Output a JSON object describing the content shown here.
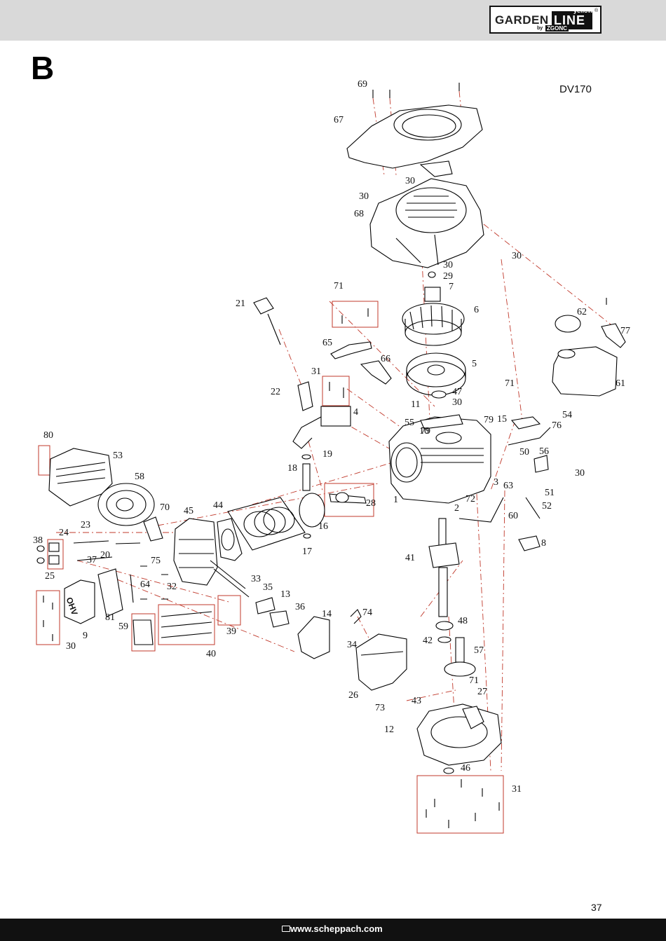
{
  "header": {
    "brand": "GARDEN",
    "brand_line": "LINE",
    "brand_yellow": "yellow",
    "brand_reg": "®",
    "brand_by": "by",
    "brand_maker": "ZGONC"
  },
  "section_letter": "B",
  "model": "DV170",
  "page_number": "37",
  "footer": {
    "url": "www.scheppach.com"
  },
  "part_labels": [
    "69",
    "67",
    "30",
    "30",
    "68",
    "30",
    "30",
    "29",
    "7",
    "71",
    "6",
    "21",
    "65",
    "66",
    "5",
    "31",
    "22",
    "47",
    "11",
    "30",
    "4",
    "55",
    "79",
    "79",
    "15",
    "76",
    "54",
    "62",
    "77",
    "61",
    "71",
    "10",
    "50",
    "56",
    "30",
    "80",
    "53",
    "18",
    "19",
    "58",
    "70",
    "45",
    "44",
    "28",
    "1",
    "3",
    "63",
    "2",
    "72",
    "51",
    "52",
    "60",
    "16",
    "24",
    "23",
    "38",
    "37",
    "20",
    "17",
    "8",
    "41",
    "75",
    "25",
    "64",
    "32",
    "33",
    "35",
    "13",
    "81",
    "9",
    "30",
    "59",
    "36",
    "14",
    "74",
    "48",
    "39",
    "40",
    "42",
    "34",
    "57",
    "26",
    "71",
    "27",
    "73",
    "43",
    "12",
    "46",
    "31"
  ]
}
